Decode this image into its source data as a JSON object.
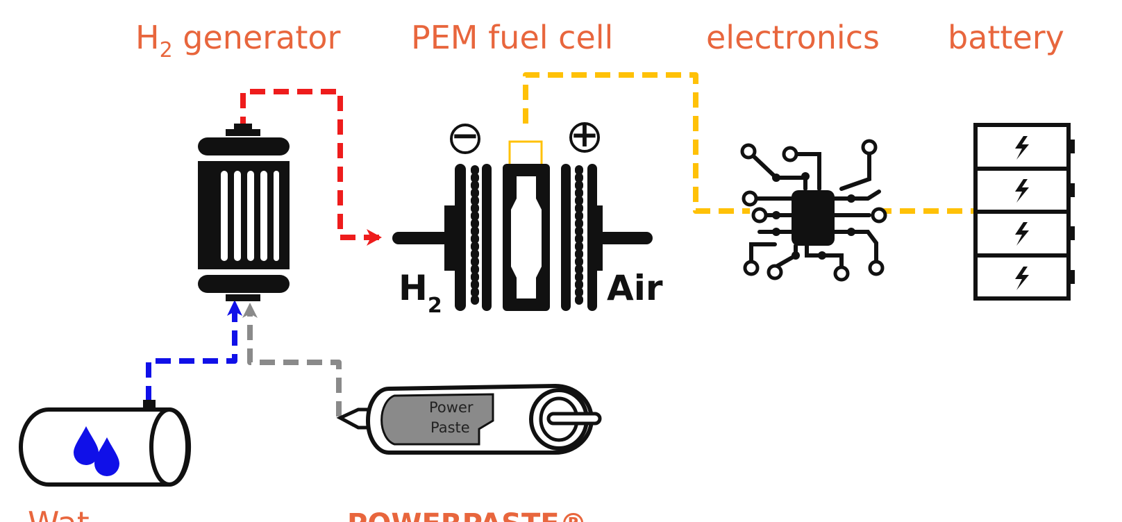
{
  "labels": {
    "h2_generator_prefix": "H",
    "h2_generator_sub": "2",
    "h2_generator_suffix": " generator",
    "pem_fuel_cell": "PEM fuel cell",
    "electronics": "electronics",
    "battery": "battery",
    "water_partial": "Wat",
    "powerpaste_partial": "POWERPASTE®"
  },
  "fuel_cell": {
    "inlet_h": "H",
    "inlet_sub": "2",
    "outlet": "Air",
    "minus": "−",
    "plus": "+"
  },
  "cartridge": {
    "line1": "Power",
    "line2": "Paste"
  },
  "colors": {
    "label_orange": "#e8663d",
    "hydrogen_red": "#ee1c1c",
    "electric_yellow": "#ffc107",
    "water_blue": "#1010e8",
    "paste_grey": "#8a8a8a"
  },
  "icons": [
    "tank-icon",
    "water-drops-icon",
    "reactor-icon",
    "fuel-cell-icon",
    "chip-icon",
    "battery-icon",
    "paste-cartridge-icon"
  ]
}
